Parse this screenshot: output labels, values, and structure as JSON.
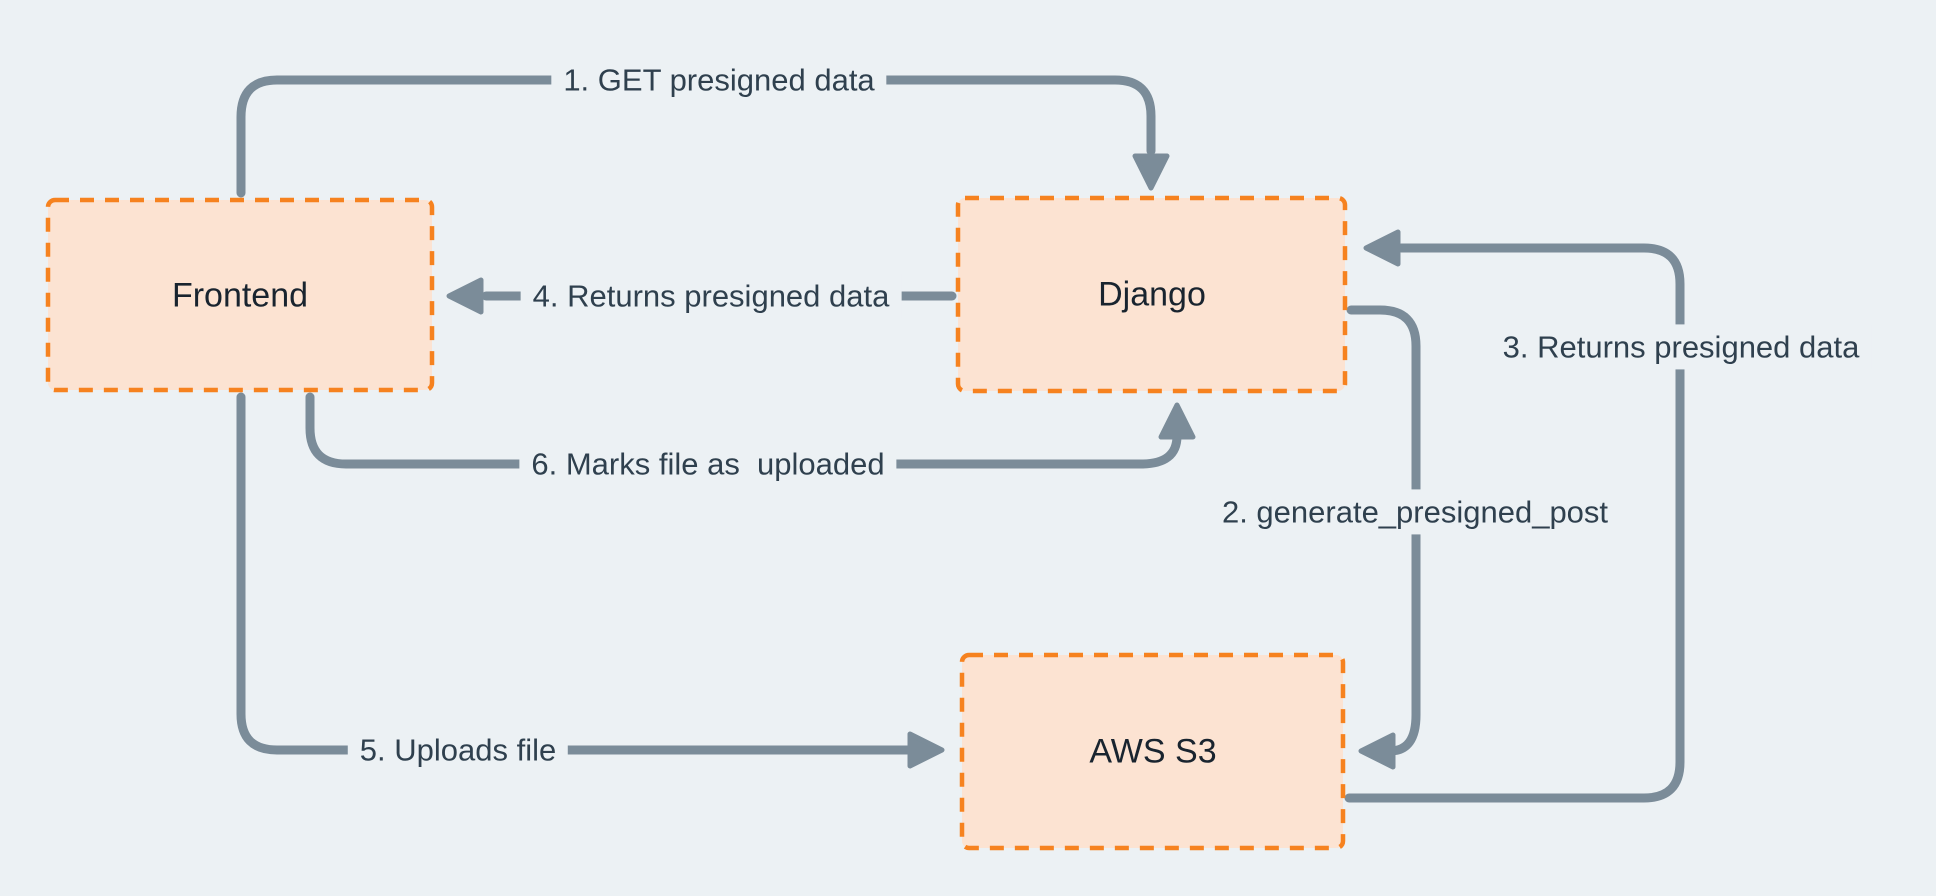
{
  "diagram": {
    "background": "#ECF1F4",
    "colors": {
      "node_fill": "#FCE3D2",
      "node_border": "#F6821F",
      "arrow": "#7B8C99",
      "edge_label_text": "#2F404E",
      "node_label_text": "#19242F"
    },
    "nodes": [
      {
        "id": "frontend",
        "label": "Frontend"
      },
      {
        "id": "django",
        "label": "Django"
      },
      {
        "id": "aws-s3",
        "label": "AWS S3"
      }
    ],
    "edges": [
      {
        "id": "1",
        "from": "frontend",
        "to": "django",
        "label": "1. GET presigned data"
      },
      {
        "id": "2",
        "from": "django",
        "to": "aws-s3",
        "label": "2. generate_presigned_post"
      },
      {
        "id": "3",
        "from": "aws-s3",
        "to": "django",
        "label": "3. Returns presigned data"
      },
      {
        "id": "4",
        "from": "django",
        "to": "frontend",
        "label": "4. Returns presigned data"
      },
      {
        "id": "5",
        "from": "frontend",
        "to": "aws-s3",
        "label": "5. Uploads file"
      },
      {
        "id": "6",
        "from": "frontend",
        "to": "django",
        "label": "6. Marks file as  uploaded"
      }
    ]
  }
}
